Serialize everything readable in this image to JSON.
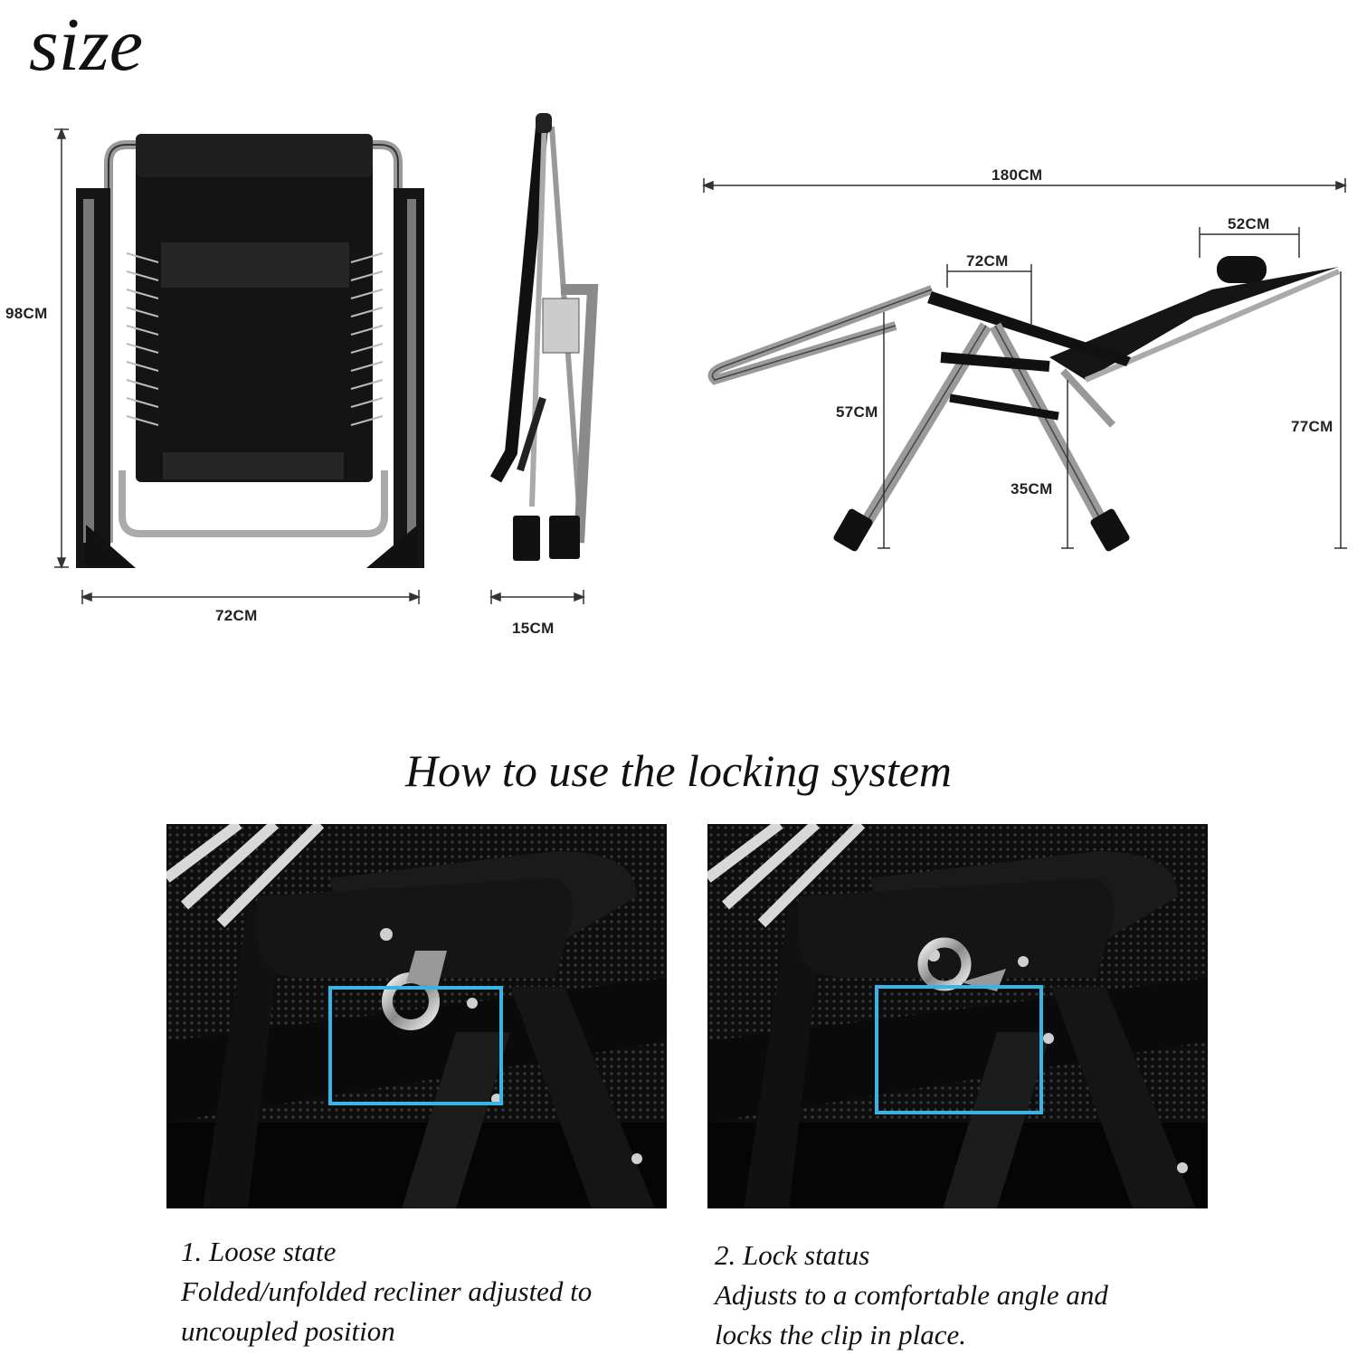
{
  "heading": "size",
  "dimensions": {
    "front_height": "98CM",
    "front_width": "72CM",
    "folded_depth": "15CM",
    "open_length": "180CM",
    "headrest_width": "52CM",
    "armrest_width": "72CM",
    "armrest_height": "57CM",
    "seat_height": "35CM",
    "total_height": "77CM"
  },
  "locking": {
    "title": "How to use the locking system",
    "steps": [
      {
        "title": "1. Loose state",
        "line1": "Folded/unfolded recliner adjusted to",
        "line2": "uncoupled position"
      },
      {
        "title": "2. Lock status",
        "line1": "Adjusts to a comfortable angle and",
        "line2": "locks the clip in place."
      }
    ],
    "highlight_color": "#3ab4e6"
  },
  "colors": {
    "frame": "#9a9a9a",
    "fabric": "#111111"
  }
}
